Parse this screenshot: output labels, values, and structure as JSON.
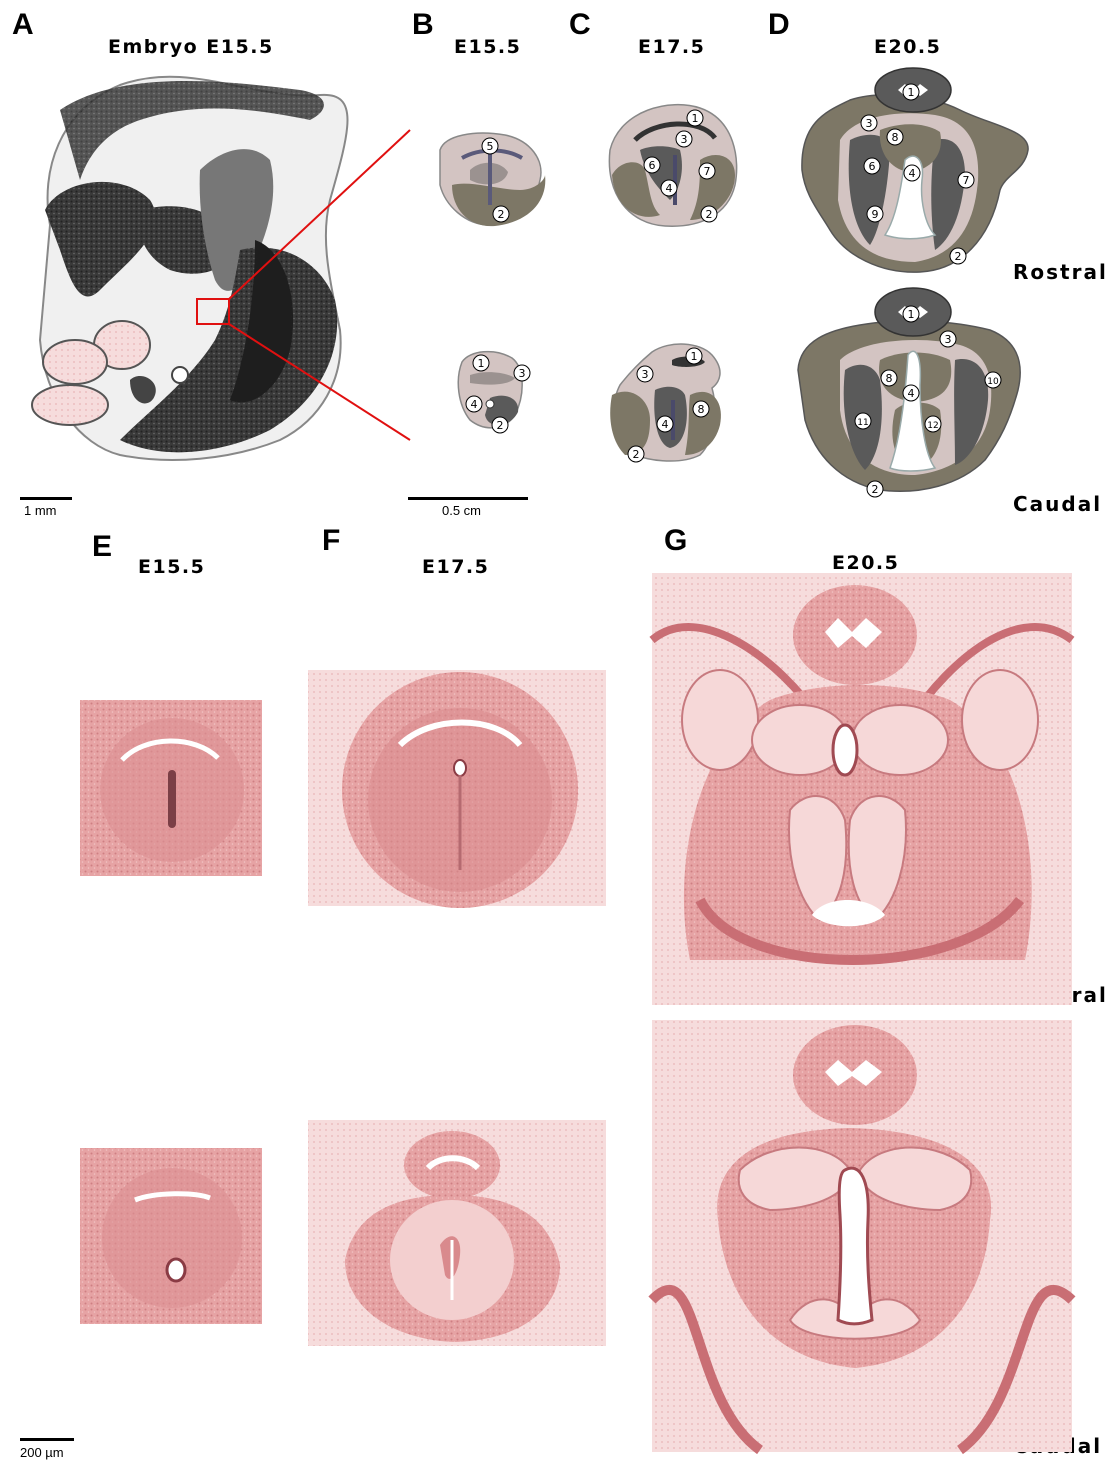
{
  "panels": {
    "A": {
      "letter": "A",
      "stage": "Embryo E15.5",
      "scale": "1 mm"
    },
    "B": {
      "letter": "B",
      "stage": "E15.5"
    },
    "C": {
      "letter": "C",
      "stage": "E17.5"
    },
    "D": {
      "letter": "D",
      "stage": "E20.5"
    },
    "E": {
      "letter": "E",
      "stage": "E15.5"
    },
    "F": {
      "letter": "F",
      "stage": "E17.5"
    },
    "G": {
      "letter": "G",
      "stage": "E20.5"
    }
  },
  "schematic_scale": "0.5 cm",
  "histology_scale": "200 µm",
  "orientation": {
    "rostral": "Rostral",
    "caudal": "Caudal"
  },
  "markers": {
    "m1": "1",
    "m2": "2",
    "m3": "3",
    "m4": "4",
    "m5": "5",
    "m6": "6",
    "m7": "7",
    "m8": "8",
    "m9": "9",
    "m10": "10",
    "m11": "11",
    "m12": "12"
  },
  "colors": {
    "tissue_light": "#d3c4c2",
    "tissue_olive": "#7d7766",
    "tissue_dark": "#5a5a5a",
    "histology_pink": "#e49a9c",
    "zoom_line": "#e01010"
  }
}
